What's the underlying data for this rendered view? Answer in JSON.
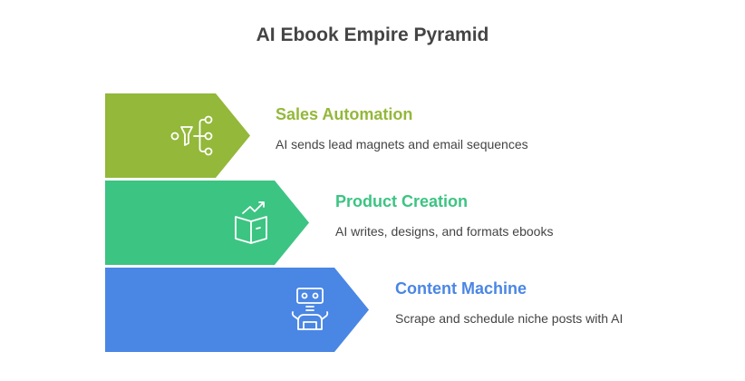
{
  "title": "AI Ebook Empire Pyramid",
  "levels": [
    {
      "label": "Sales Automation",
      "description": "AI sends lead magnets and email sequences",
      "color": "#93B83A",
      "icon": "funnel-branch-icon"
    },
    {
      "label": "Product Creation",
      "description": "AI writes, designs, and formats ebooks",
      "color": "#3CC482",
      "icon": "book-growth-icon"
    },
    {
      "label": "Content Machine",
      "description": "Scrape and schedule niche posts with AI",
      "color": "#4A86E4",
      "icon": "robot-icon"
    }
  ]
}
